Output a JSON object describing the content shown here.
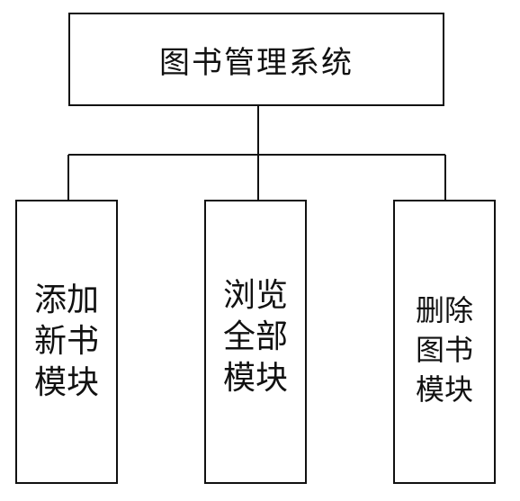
{
  "root": {
    "label": "图书管理系统"
  },
  "children": [
    {
      "lines": [
        "添加",
        "新书",
        "模块"
      ]
    },
    {
      "lines": [
        "浏览",
        "全部",
        "模块"
      ]
    },
    {
      "lines": [
        "删除",
        "图书",
        "模块"
      ]
    }
  ],
  "colors": {
    "stroke": "#111111",
    "background": "#ffffff"
  }
}
